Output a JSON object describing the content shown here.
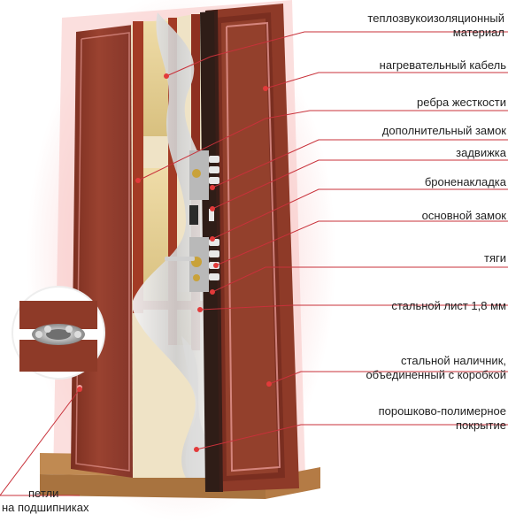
{
  "labels": {
    "insulation_line1": "теплозвукоизоляционный",
    "insulation_line2": "материал",
    "heating_cable": "нагревательный кабель",
    "stiffeners": "ребра жесткости",
    "extra_lock": "дополнительный замок",
    "latch": "задвижка",
    "armor_plate": "броненакладка",
    "main_lock": "основной замок",
    "rods": "тяги",
    "steel_sheet": "стальной лист 1,8 мм",
    "trim_line1": "стальной наличник,",
    "trim_line2": "объединенный с коробкой",
    "coating_line1": "порошково-полимерное",
    "coating_line2": "покрытие",
    "hinges_line1": "петли",
    "hinges_line2": "на подшипниках"
  },
  "colors": {
    "door_red": "#8e3a28",
    "door_dark": "#6e2a1c",
    "frame_dark": "#3a1e18",
    "glow": "#f2a9a6",
    "leader_line": "#c8313a",
    "insulation": "#e6d199",
    "rib": "#a33b25",
    "floor": "#c08a52",
    "metal": "#d9d9d9",
    "text": "#222222"
  }
}
